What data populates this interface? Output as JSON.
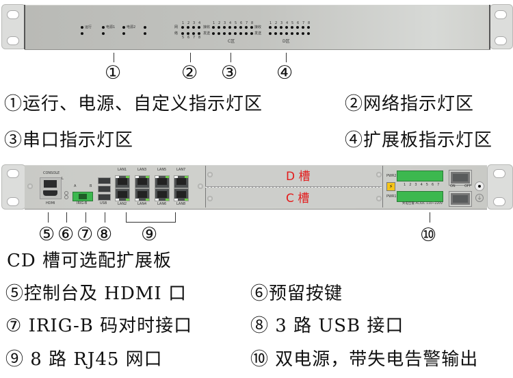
{
  "front_panel_top": {
    "indicators_group1": [
      "运行",
      "电源1",
      "电源2"
    ],
    "network_indicator": {
      "row_labels": [
        "网",
        "络"
      ],
      "top_numbers": [
        "1",
        "2",
        "3",
        "4"
      ],
      "bottom_numbers": [
        "5",
        "6",
        "7",
        "8"
      ]
    },
    "serial_c": {
      "row_labels": [
        "接收",
        "发送"
      ],
      "numbers": [
        "1",
        "2",
        "3",
        "4",
        "5",
        "6",
        "7",
        "8"
      ],
      "zone_label": "C区"
    },
    "serial_d": {
      "row_labels": [
        "接收",
        "发送"
      ],
      "numbers": [
        "1",
        "2",
        "3",
        "4",
        "5",
        "6",
        "7",
        "8"
      ],
      "zone_label": "D区"
    }
  },
  "top_callouts": [
    "①",
    "②",
    "③",
    "④"
  ],
  "top_descriptions": {
    "item1": "①运行、电源、自定义指示灯区",
    "item2": "②网络指示灯区",
    "item3": "③串口指示灯区",
    "item4": "④扩展板指示灯区"
  },
  "front_panel_bottom": {
    "console_label": "CONSOLE",
    "hdmi_label": "HDMI",
    "console_led_label": "L",
    "irigb_labels": {
      "a": "A",
      "b": "B",
      "name": "IRIG-B"
    },
    "usb_label": "USB",
    "lan_top": [
      "LAN1",
      "LAN3",
      "LAN5",
      "LAN7"
    ],
    "lan_bottom": [
      "LAN2",
      "LAN4",
      "LAN6",
      "LAN8"
    ],
    "slot_d": "D 槽",
    "slot_c": "C 槽",
    "pwr_top": "PWR2",
    "pwr_bottom": "PWR1",
    "terminal_numbers": [
      "1",
      "2",
      "3",
      "4",
      "5",
      "6",
      "7"
    ],
    "power_caption": "失电告警   AC/DC 110~220V",
    "switch_on": "ON",
    "switch_off": "OFF"
  },
  "bottom_callouts": {
    "group": [
      "⑤",
      "⑥",
      "⑦",
      "⑧"
    ],
    "lan": "⑨",
    "power": "⑩"
  },
  "bottom_descriptions": {
    "cd_slot": "CD 槽可选配扩展板",
    "item5": "⑤控制台及 HDMI 口",
    "item6": "⑥预留按键",
    "item7": "⑦ IRIG-B 码对时接口",
    "item8": "⑧ 3 路 USB 接口",
    "item9": "⑨ 8 路 RJ45 网口",
    "item10": "⑩ 双电源，带失电告警输出"
  },
  "colors": {
    "panel": "#c2c3bf",
    "slot_label": "#e31b1b",
    "terminal_green": "#3cb84f",
    "link_led": "#6fd24a"
  }
}
